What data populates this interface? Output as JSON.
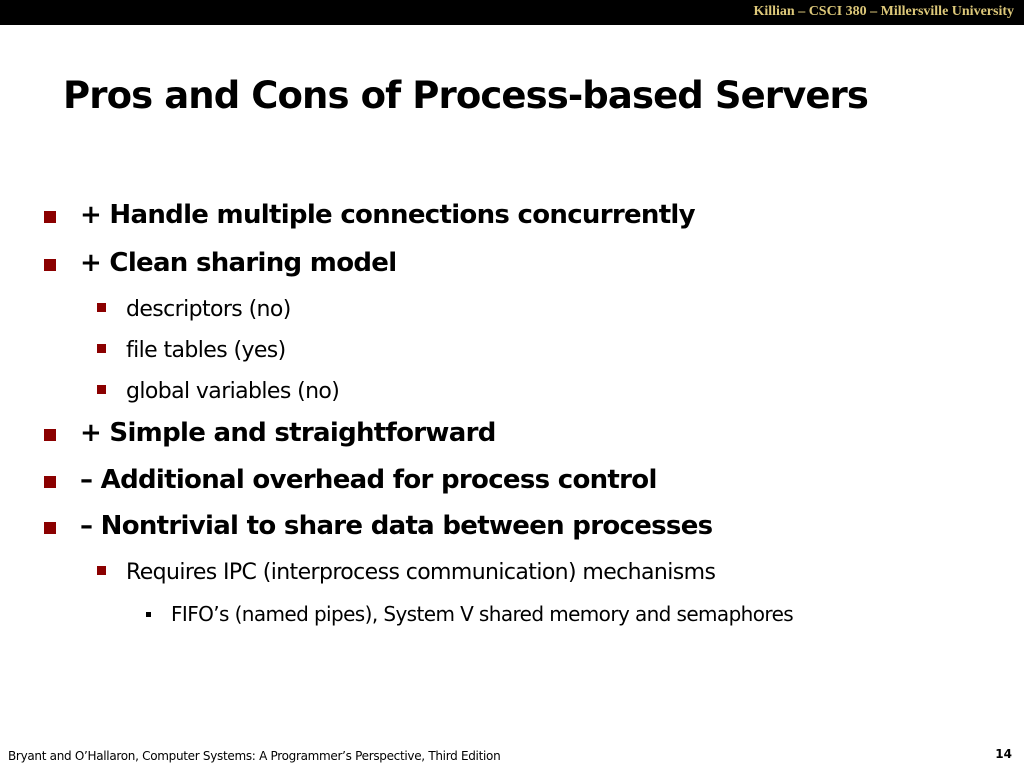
{
  "header": {
    "text": "Killian – CSCI 380 – Millersville University",
    "background_color": "#000000",
    "text_color": "#ddc87a"
  },
  "slide": {
    "title": "Pros and Cons of Process-based Servers",
    "bullet_color": "#8b0000",
    "bullets": [
      {
        "level": 1,
        "marker": "square-bullet-icon",
        "text": "+ Handle multiple connections concurrently"
      },
      {
        "level": 1,
        "marker": "square-bullet-icon",
        "text": "+ Clean sharing model"
      },
      {
        "level": 2,
        "marker": "square-bullet-icon",
        "text": "descriptors (no)"
      },
      {
        "level": 2,
        "marker": "square-bullet-icon",
        "text": "file tables (yes)"
      },
      {
        "level": 2,
        "marker": "square-bullet-icon",
        "text": "global variables (no)"
      },
      {
        "level": 1,
        "marker": "square-bullet-icon",
        "text": "+ Simple and straightforward"
      },
      {
        "level": 1,
        "marker": "square-bullet-icon",
        "text": "– Additional overhead for process control"
      },
      {
        "level": 1,
        "marker": "square-bullet-icon",
        "text": "– Nontrivial to share data between processes"
      },
      {
        "level": 2,
        "marker": "square-bullet-icon",
        "text": "Requires IPC (interprocess communication) mechanisms"
      },
      {
        "level": 3,
        "marker": "small-square-bullet-icon",
        "text": "FIFO’s (named pipes),  System V shared memory and semaphores"
      }
    ]
  },
  "footer": {
    "citation": "Bryant and O’Hallaron, Computer Systems: A Programmer’s Perspective, Third Edition",
    "page_number": "14"
  }
}
